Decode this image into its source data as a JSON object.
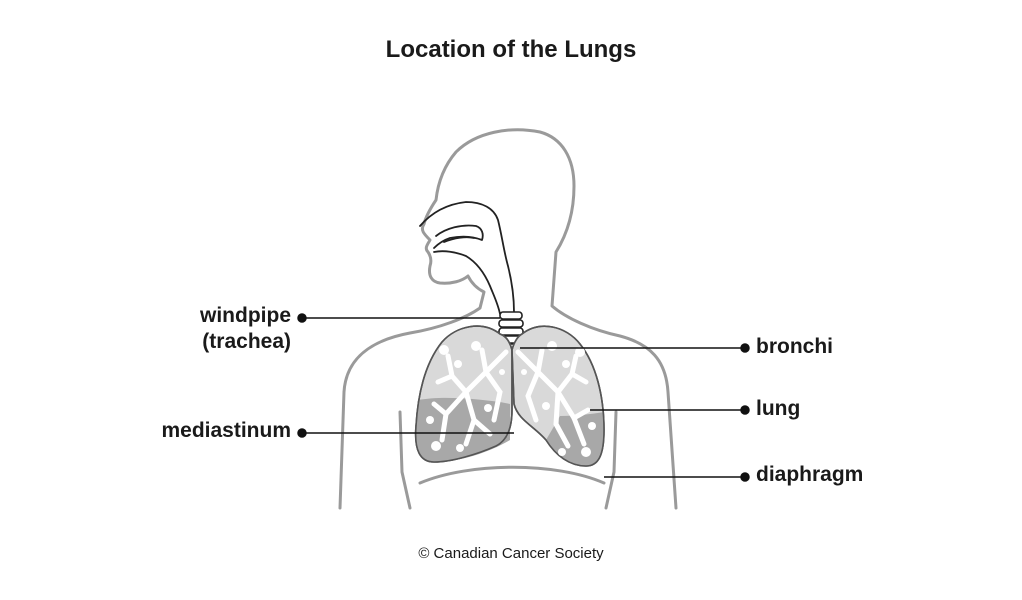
{
  "title": "Location of the Lungs",
  "labels": {
    "windpipe_line1": "windpipe",
    "windpipe_line2": "(trachea)",
    "mediastinum": "mediastinum",
    "bronchi": "bronchi",
    "lung": "lung",
    "diaphragm": "diaphragm"
  },
  "credit": "© Canadian Cancer Society",
  "colors": {
    "outline": "#9a9a9a",
    "airway": "#222222",
    "lung_fill": "#d9d9d9",
    "lung_lower": "#a8a8a8",
    "leader_line": "#111111"
  }
}
